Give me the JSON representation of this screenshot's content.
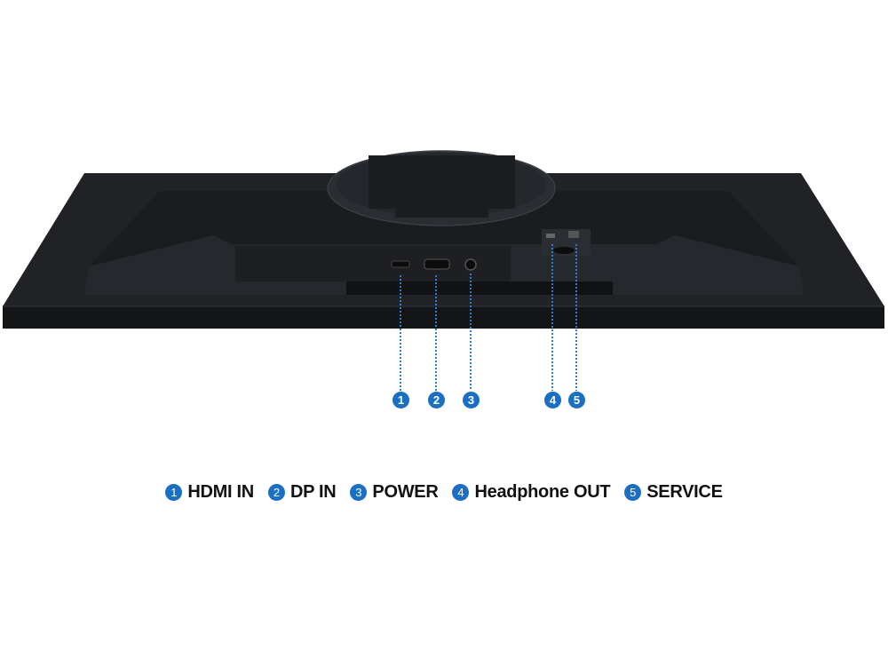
{
  "ports": [
    {
      "number": "1",
      "label": "HDMI IN"
    },
    {
      "number": "2",
      "label": "DP IN"
    },
    {
      "number": "3",
      "label": "POWER"
    },
    {
      "number": "4",
      "label": "Headphone OUT"
    },
    {
      "number": "5",
      "label": "SERVICE"
    }
  ],
  "colors": {
    "accent": "#1b6fc2",
    "body": "#1c1e21"
  }
}
